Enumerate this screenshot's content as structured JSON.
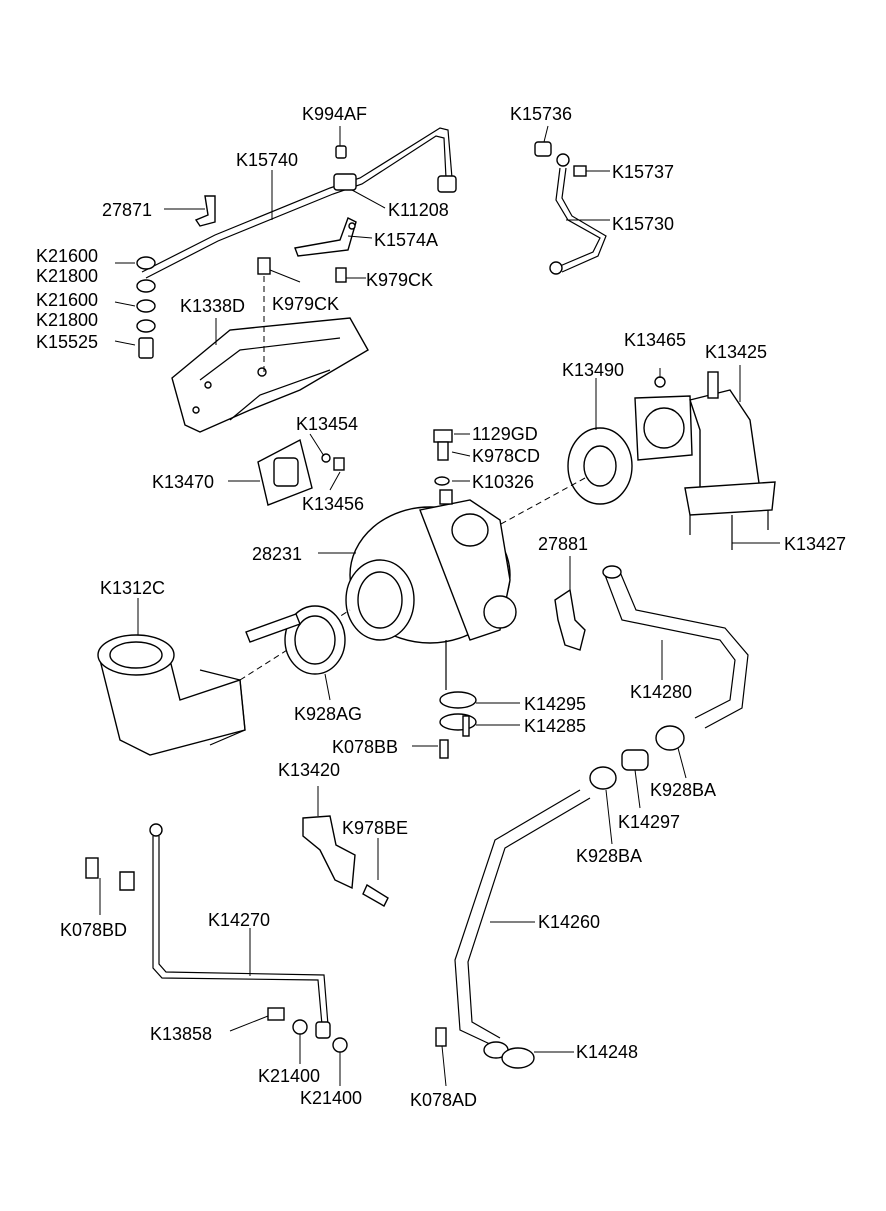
{
  "labels": {
    "K994AF": "K994AF",
    "K15740": "K15740",
    "27871": "27871",
    "K11208": "K11208",
    "K1574A": "K1574A",
    "K21600_a": "K21600",
    "K21800_a": "K21800",
    "K979CK_a": "K979CK",
    "K979CK_b": "K979CK",
    "K21600_b": "K21600",
    "K21800_b": "K21800",
    "K1338D": "K1338D",
    "K15525": "K15525",
    "K15736": "K15736",
    "K15737": "K15737",
    "K15730": "K15730",
    "K13465": "K13465",
    "K13425": "K13425",
    "K13490": "K13490",
    "K13454": "K13454",
    "1129GD": "1129GD",
    "K978CD": "K978CD",
    "K10326": "K10326",
    "K13470": "K13470",
    "K13456": "K13456",
    "K13427": "K13427",
    "28231": "28231",
    "27881": "27881",
    "K1312C": "K1312C",
    "K14280": "K14280",
    "K928AG": "K928AG",
    "K14295": "K14295",
    "K14285": "K14285",
    "K078BB": "K078BB",
    "K928BA_a": "K928BA",
    "K13420": "K13420",
    "K14297": "K14297",
    "K978BE": "K978BE",
    "K928BA_b": "K928BA",
    "K078BD": "K078BD",
    "K14270": "K14270",
    "K14260": "K14260",
    "K13858": "K13858",
    "K14248": "K14248",
    "K21400_a": "K21400",
    "K21400_b": "K21400",
    "K078AD": "K078AD"
  }
}
